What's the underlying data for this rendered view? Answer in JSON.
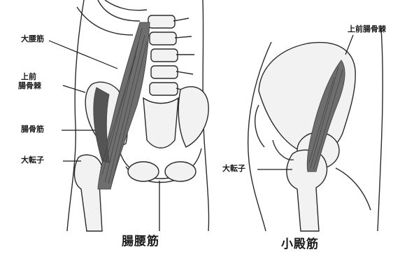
{
  "left_panel": {
    "labels": {
      "psoas_major": "大腰筋",
      "asis_line1": "上前",
      "asis_line2": "腸骨棘",
      "iliacus": "腸骨筋",
      "greater_trochanter": "大転子"
    },
    "caption": "腸腰筋"
  },
  "right_panel": {
    "labels": {
      "asis": "上前腸骨棘",
      "greater_trochanter": "大転子"
    },
    "caption": "小殿筋"
  },
  "colors": {
    "line": "#2a2a2a",
    "muscle": "#6e6e6e",
    "muscle_dark": "#4a4a4a",
    "bone_fill": "#f2f2f2",
    "background": "#ffffff"
  }
}
